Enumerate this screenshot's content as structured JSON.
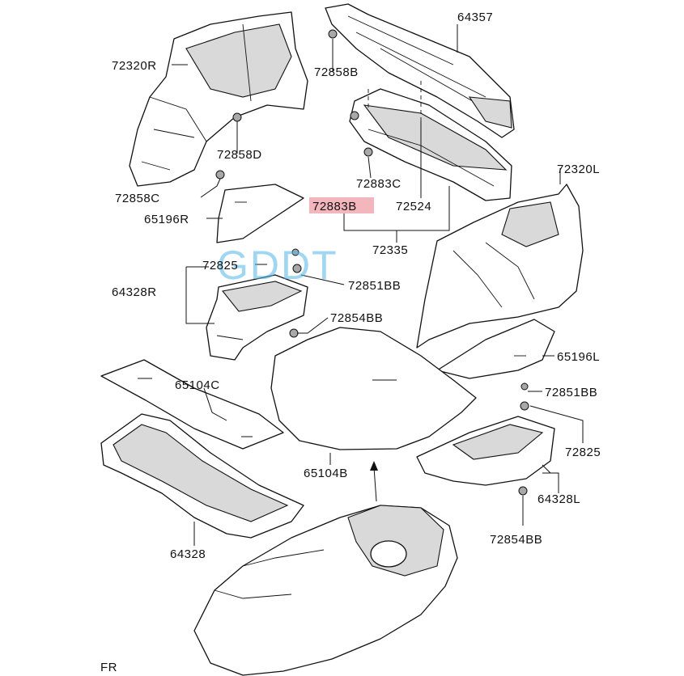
{
  "watermark": "GDDT",
  "highlight_color": "#f4b6bd",
  "watermark_color": "#50b4e6",
  "orientation_label": "FR",
  "parts": {
    "p64357": "64357",
    "p72320r": "72320R",
    "p72858b": "72858B",
    "p72858d": "72858D",
    "p72858c": "72858C",
    "p72883c": "72883C",
    "p72883b": "72883B",
    "p72524": "72524",
    "p72320l": "72320L",
    "p65196r": "65196R",
    "p72335": "72335",
    "p72825_top": "72825",
    "p72851bb_top": "72851BB",
    "p64328r": "64328R",
    "p72854bb_top": "72854BB",
    "p65196l": "65196L",
    "p65104c": "65104C",
    "p72851bb_right": "72851BB",
    "p72825_right": "72825",
    "p65104b": "65104B",
    "p64328l": "64328L",
    "p72854bb_bottom": "72854BB",
    "p64328": "64328"
  }
}
